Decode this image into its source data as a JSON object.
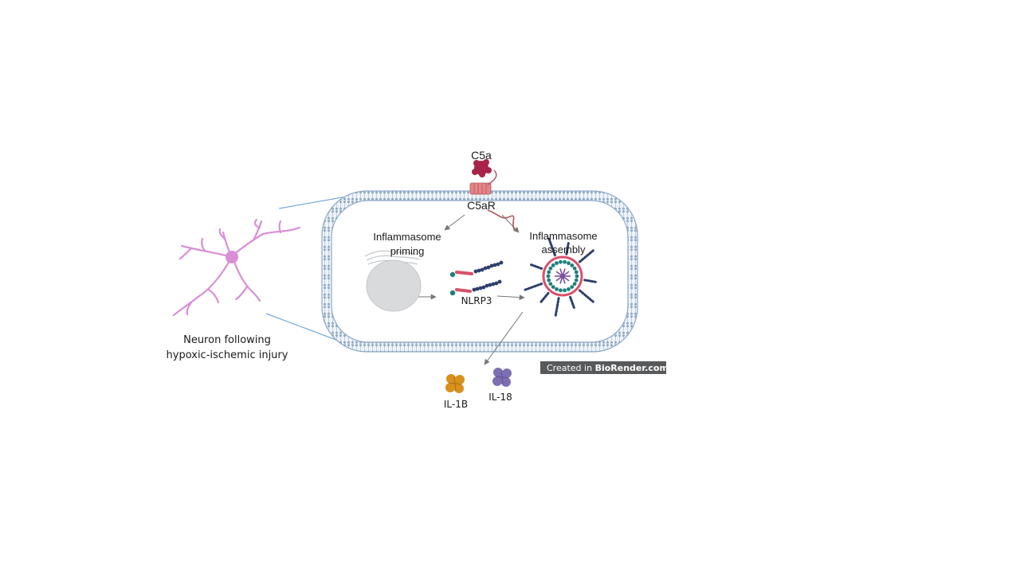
{
  "labels": {
    "c5a": "C5a",
    "c5ar": "C5aR",
    "priming_line1": "Inflammasome",
    "priming_line2": "priming",
    "assembly_line1": "Inflammasome",
    "assembly_line2": "assembly",
    "nlrp3": "NLRP3",
    "neuron_line1": "Neuron following",
    "neuron_line2": "hypoxic-ischemic injury",
    "il1b": "IL-1B",
    "il18": "IL-18"
  },
  "watermark": {
    "prefix": "Created in ",
    "brand": "BioRender.com"
  },
  "colors": {
    "neuron": "#d98fd6",
    "membrane": "#8ea8c4",
    "c5a": "#a8234a",
    "c5ar": "#e2868a",
    "nlrp3_head": "#d8506a",
    "nlrp3_tail": "#2e3f6e",
    "asc_teal": "#1f7f7a",
    "caspase_purple": "#7b4f9c",
    "il1b": "#d8901e",
    "il18": "#7e6fb3",
    "nucleus": "#d9dadc",
    "arrow": "#777777",
    "watermark_bg": "#58595b"
  }
}
